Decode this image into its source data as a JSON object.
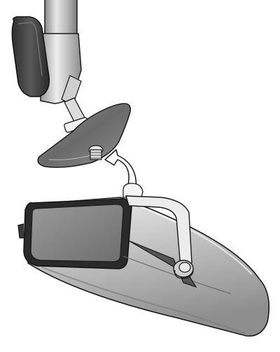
{
  "diagram": {
    "parts": [
      {
        "id": "ceiling-pole",
        "icon": "pole"
      },
      {
        "id": "mount-arm",
        "icon": "arm"
      },
      {
        "id": "mount-knob",
        "icon": "knob"
      },
      {
        "id": "swivel-ball",
        "icon": "ball-joint"
      },
      {
        "id": "mounting-plate",
        "icon": "plate"
      },
      {
        "id": "mount-screw",
        "icon": "screw"
      },
      {
        "id": "attach-arrow",
        "icon": "curved-arrow"
      },
      {
        "id": "speaker-enclosure",
        "icon": "speaker"
      },
      {
        "id": "mounting-bracket",
        "icon": "bracket"
      },
      {
        "id": "bracket-knob",
        "icon": "knob"
      }
    ],
    "colors": {
      "outline": "#1a1a1a",
      "light_gray": "#d9d9d9",
      "mid_gray": "#a6a6a6",
      "dark_gray": "#3f3f3f",
      "bracket_fill": "#ececec"
    }
  }
}
